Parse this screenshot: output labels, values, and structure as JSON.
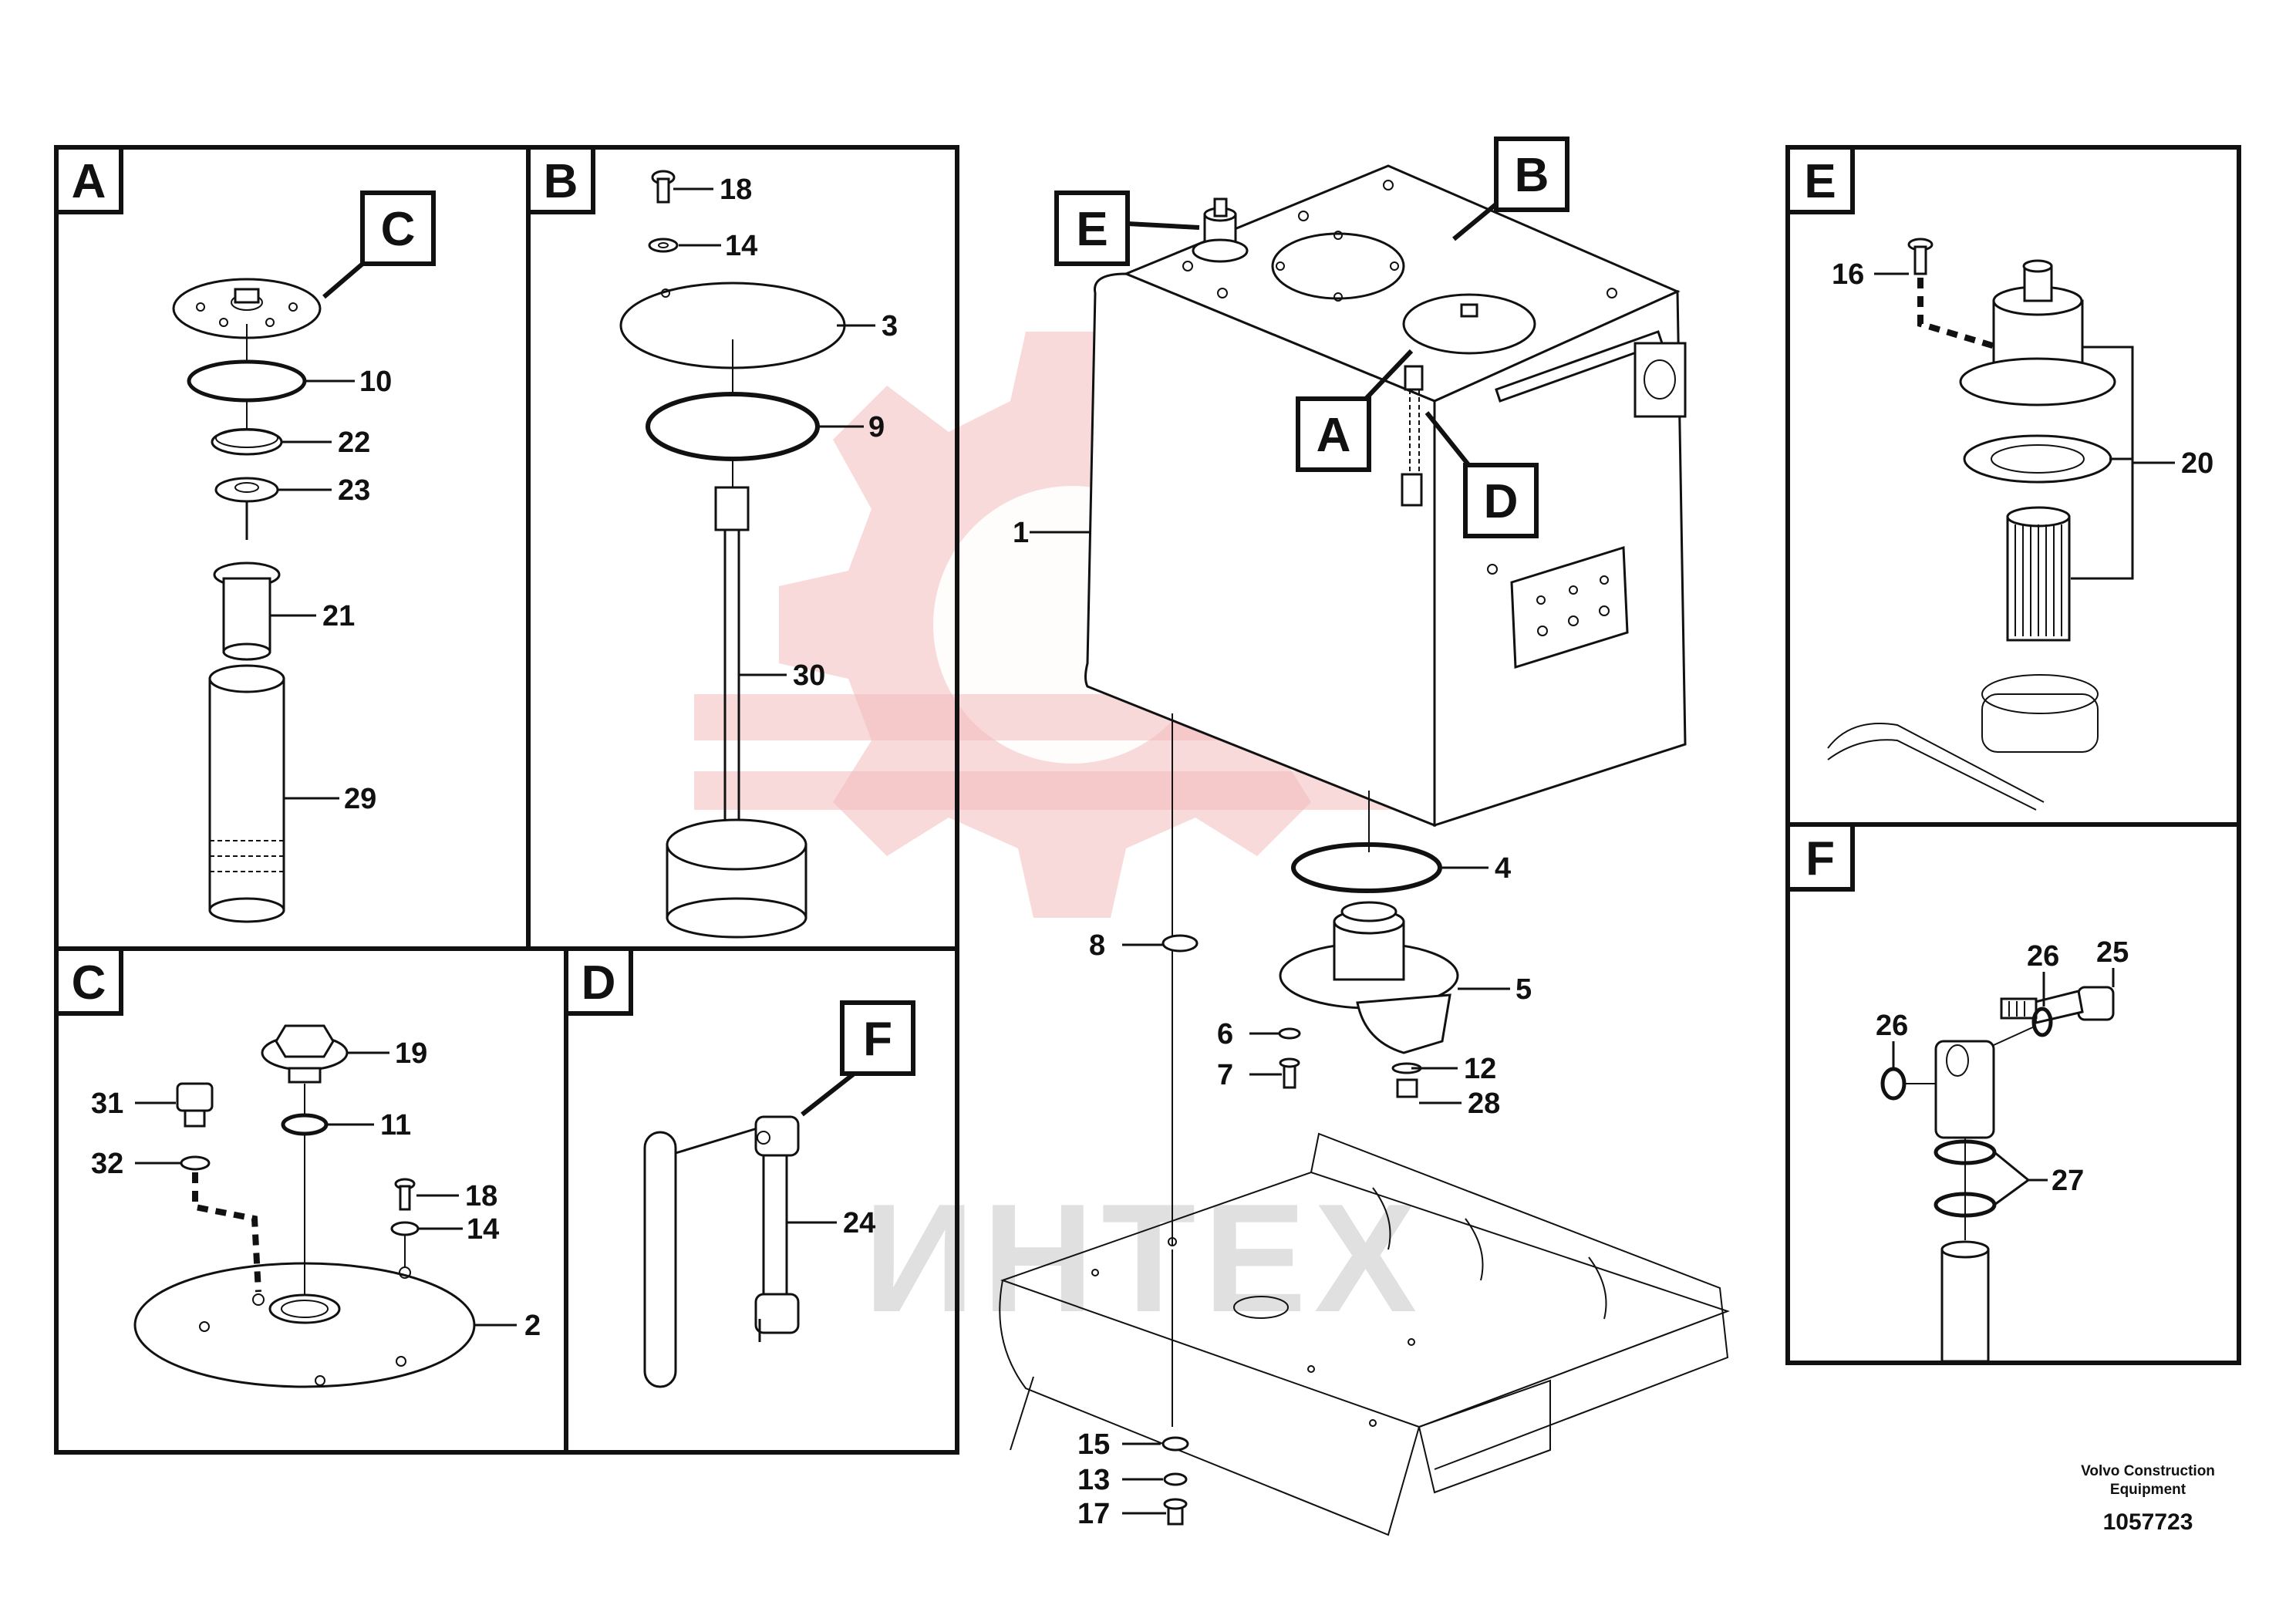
{
  "panels": {
    "A": "A",
    "B": "B",
    "C": "C",
    "D": "D",
    "E": "E",
    "F": "F"
  },
  "callouts": {
    "panel_a_ref_c": "C",
    "panel_d_ref_f": "F",
    "main_a": "A",
    "main_b": "B",
    "main_d": "D",
    "main_e": "E"
  },
  "labels": {
    "a_10": "10",
    "a_22": "22",
    "a_23": "23",
    "a_21": "21",
    "a_29": "29",
    "b_18": "18",
    "b_14": "14",
    "b_3": "3",
    "b_9": "9",
    "b_30": "30",
    "c_19": "19",
    "c_11": "11",
    "c_31": "31",
    "c_32": "32",
    "c_18": "18",
    "c_14": "14",
    "c_2": "2",
    "d_24": "24",
    "m_1": "1",
    "m_4": "4",
    "m_5": "5",
    "m_8": "8",
    "m_6": "6",
    "m_7": "7",
    "m_12": "12",
    "m_28": "28",
    "m_15": "15",
    "m_13": "13",
    "m_17": "17",
    "e_16": "16",
    "e_20": "20",
    "f_25": "25",
    "f_26a": "26",
    "f_26b": "26",
    "f_27": "27"
  },
  "watermark": "ИНТЕХ",
  "footer": {
    "maker_line1": "Volvo Construction",
    "maker_line2": "Equipment",
    "drawing_number": "1057723"
  }
}
